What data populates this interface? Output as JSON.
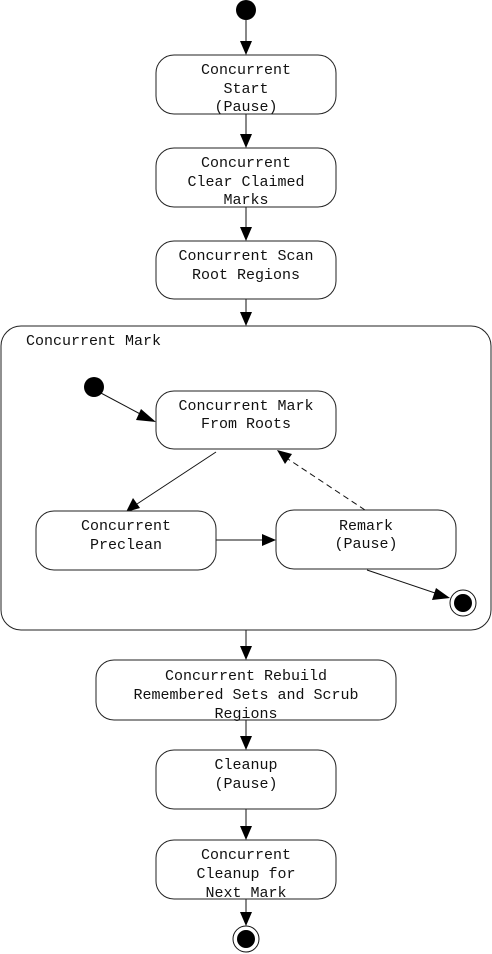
{
  "diagram": {
    "type": "uml-activity",
    "nodes": {
      "concurrent_start": [
        "Concurrent",
        "Start",
        "(Pause)"
      ],
      "clear_claimed_marks": [
        "Concurrent",
        "Clear Claimed",
        "Marks"
      ],
      "scan_root_regions": [
        "Concurrent Scan",
        "Root Regions"
      ],
      "mark_group_title": "Concurrent Mark",
      "mark_from_roots": [
        "Concurrent Mark",
        "From Roots"
      ],
      "preclean": [
        "Concurrent",
        "Preclean"
      ],
      "remark": [
        "Remark",
        "(Pause)"
      ],
      "rebuild_remsets": [
        "Concurrent Rebuild",
        "Remembered Sets and Scrub",
        "Regions"
      ],
      "cleanup": [
        "Cleanup",
        "(Pause)"
      ],
      "cleanup_next_mark": [
        "Concurrent",
        "Cleanup for",
        "Next Mark"
      ]
    },
    "edges": [
      {
        "from": "initial",
        "to": "concurrent_start",
        "style": "solid"
      },
      {
        "from": "concurrent_start",
        "to": "clear_claimed_marks",
        "style": "solid"
      },
      {
        "from": "clear_claimed_marks",
        "to": "scan_root_regions",
        "style": "solid"
      },
      {
        "from": "scan_root_regions",
        "to": "mark_group",
        "style": "solid"
      },
      {
        "from": "mark_initial",
        "to": "mark_from_roots",
        "style": "solid"
      },
      {
        "from": "mark_from_roots",
        "to": "preclean",
        "style": "solid"
      },
      {
        "from": "preclean",
        "to": "remark",
        "style": "solid"
      },
      {
        "from": "remark",
        "to": "mark_from_roots",
        "style": "dashed"
      },
      {
        "from": "remark",
        "to": "mark_final",
        "style": "solid"
      },
      {
        "from": "mark_group",
        "to": "rebuild_remsets",
        "style": "solid"
      },
      {
        "from": "rebuild_remsets",
        "to": "cleanup",
        "style": "solid"
      },
      {
        "from": "cleanup",
        "to": "cleanup_next_mark",
        "style": "solid"
      },
      {
        "from": "cleanup_next_mark",
        "to": "final",
        "style": "solid"
      }
    ]
  }
}
